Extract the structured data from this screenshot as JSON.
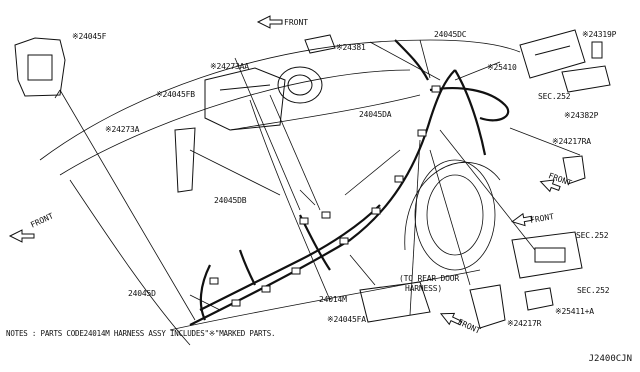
{
  "parts": {
    "p24045F": "※24045F",
    "p24273AA": "※24273AA",
    "p24381": "※24381",
    "p24045DC": "24045DC",
    "p24319P": "※24319P",
    "p25410": "※25410",
    "p24045FB": "※24045FB",
    "p24045DA": "24045DA",
    "sec252a": "SEC.252",
    "p24382P": "※24382P",
    "p24273A": "※24273A",
    "p24217RA": "※24217RA",
    "p24045DB": "24045DB",
    "sec252b": "SEC.252",
    "p24045D": "24045D",
    "p24014M": "24014M",
    "p24045FA": "※24045FA",
    "sec252c": "SEC.252",
    "p25411A": "※25411+A",
    "p24217R": "※24217R",
    "rear_door_1": "(TO REAR DOOR",
    "rear_door_2": "HARNESS)"
  },
  "front_label": "FRONT",
  "notes": "NOTES : PARTS CODE24014M  HARNESS ASSY INCLUDES\"※\"MARKED PARTS.",
  "diagram_code": "J2400CJN"
}
